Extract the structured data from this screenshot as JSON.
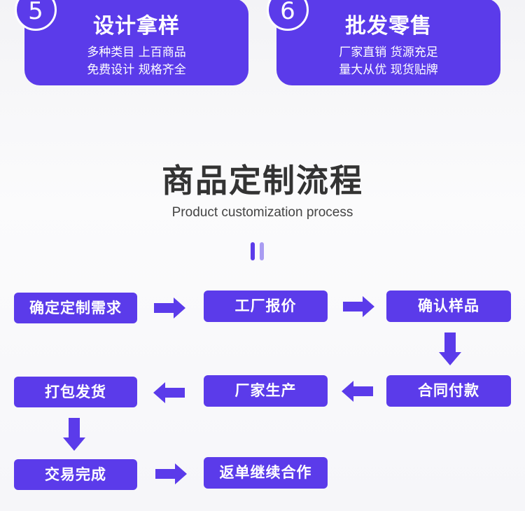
{
  "cards": [
    {
      "number": "5",
      "title": "设计拿样",
      "line1": "多种类目 上百商品",
      "line2": "免费设计 规格齐全"
    },
    {
      "number": "6",
      "title": "批发零售",
      "line1": "厂家直销 货源充足",
      "line2": "量大从优 现货贴牌"
    }
  ],
  "section": {
    "title": "商品定制流程",
    "subtitle": "Product customization process"
  },
  "steps": [
    "确定定制需求",
    "工厂报价",
    "确认样品",
    "合同付款",
    "厂家生产",
    "打包发货",
    "交易完成",
    "返单继续合作"
  ],
  "colors": {
    "accent": "#5b3bea",
    "accent_light": "#a99cf2",
    "title": "#333333"
  }
}
